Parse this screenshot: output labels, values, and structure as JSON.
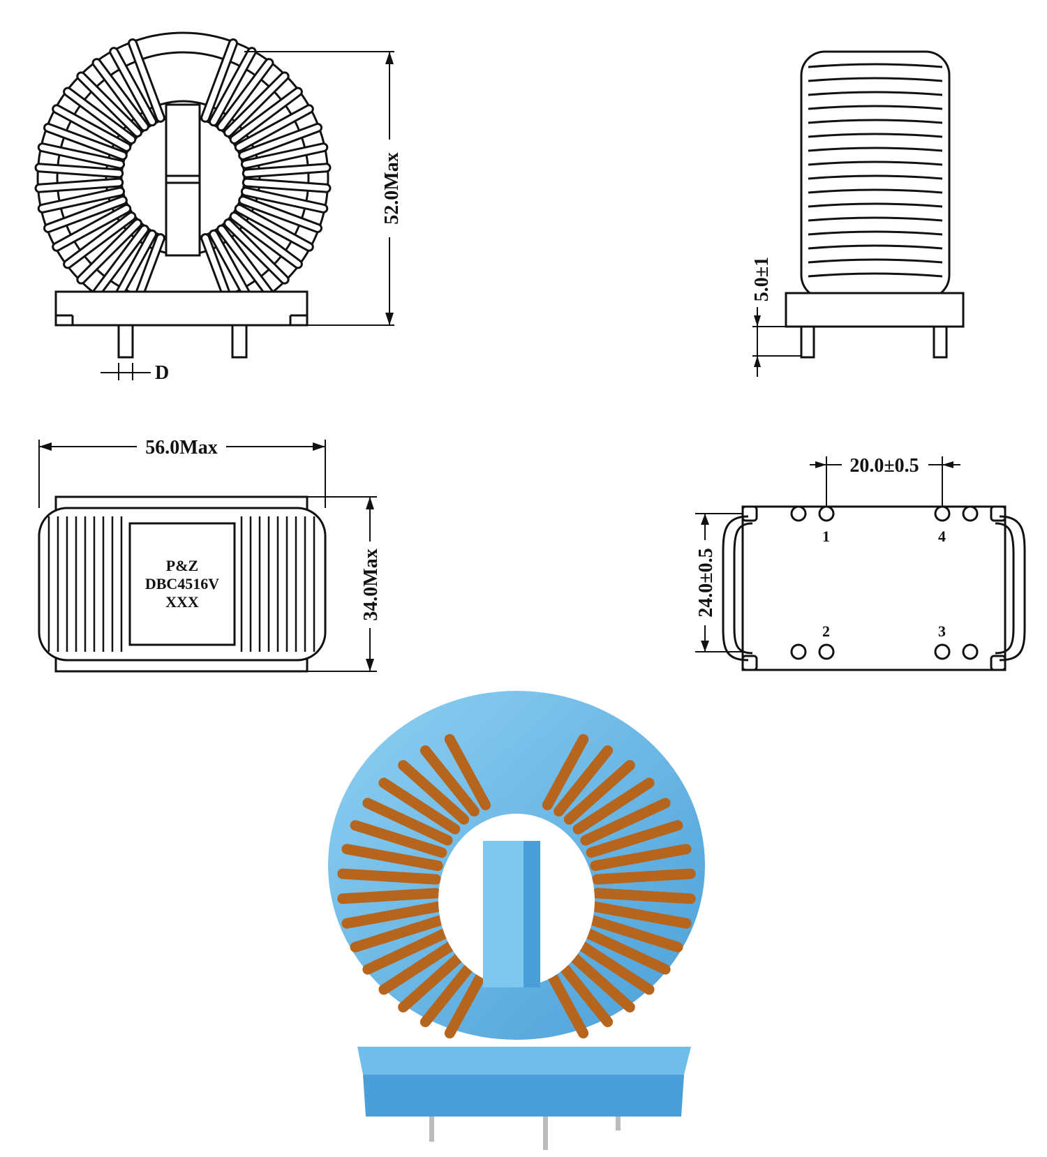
{
  "dimensions": {
    "height": "52.0Max",
    "width": "56.0Max",
    "depth": "34.0Max",
    "pin_diameter": "D",
    "standoff": "5.0±1",
    "pin_pitch_x": "20.0±0.5",
    "pin_pitch_y": "24.0±0.5"
  },
  "marking": {
    "line1": "P&Z",
    "line2": "DBC4516V",
    "line3": "XXX"
  },
  "pins": [
    "1",
    "2",
    "3",
    "4"
  ],
  "colors": {
    "line": "#111111",
    "copper_wire": "#b5651d",
    "core_blue": "#5fb6e6",
    "base_blue": "#4a9fd8"
  }
}
